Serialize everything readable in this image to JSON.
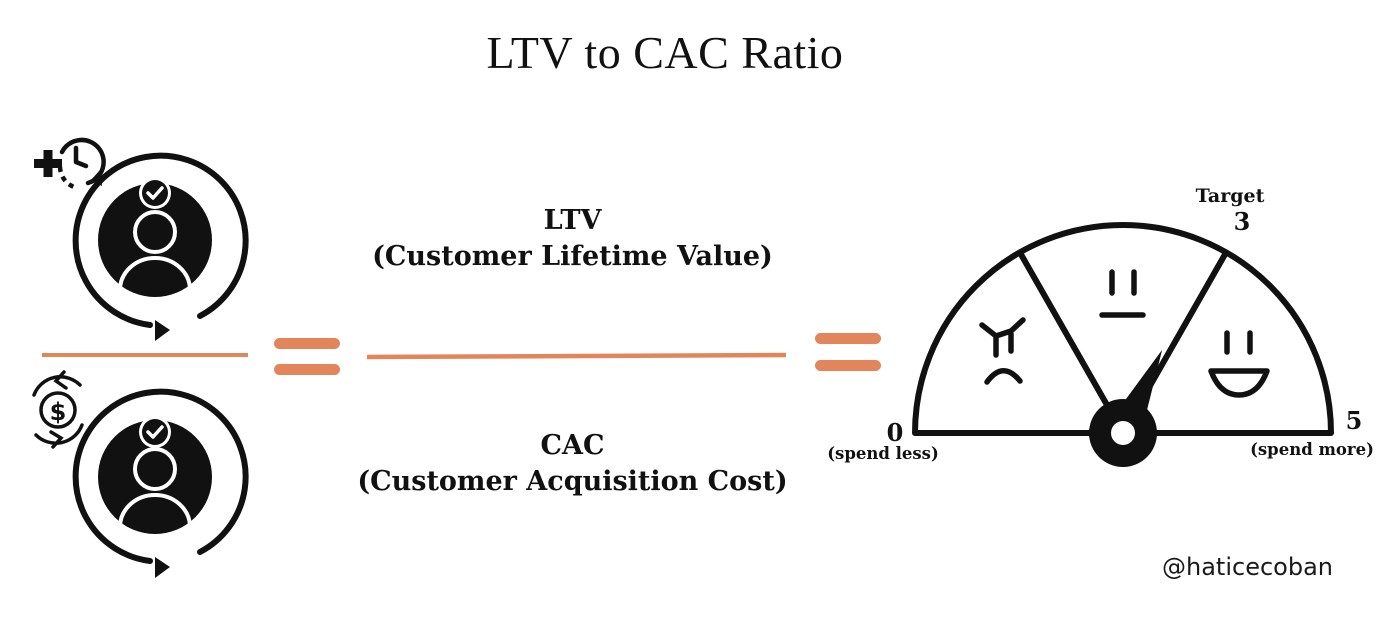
{
  "title": "LTV to CAC Ratio",
  "numerator": {
    "abbr": "LTV",
    "full": "(Customer Lifetime Value)"
  },
  "denominator": {
    "abbr": "CAC",
    "full": "(Customer Acquisition Cost)"
  },
  "gauge": {
    "min_label": "0",
    "min_note": "(spend less)",
    "max_label": "5",
    "max_note": "(spend more)",
    "target_heading": "Target",
    "target_value": "3",
    "needle_value": 3.2,
    "min": 0,
    "max": 5,
    "segments": [
      "angry-face-icon",
      "neutral-face-icon",
      "happy-face-icon"
    ]
  },
  "credit": "@haticecoban",
  "colors": {
    "accent": "#E2855A",
    "ink": "#111111"
  }
}
